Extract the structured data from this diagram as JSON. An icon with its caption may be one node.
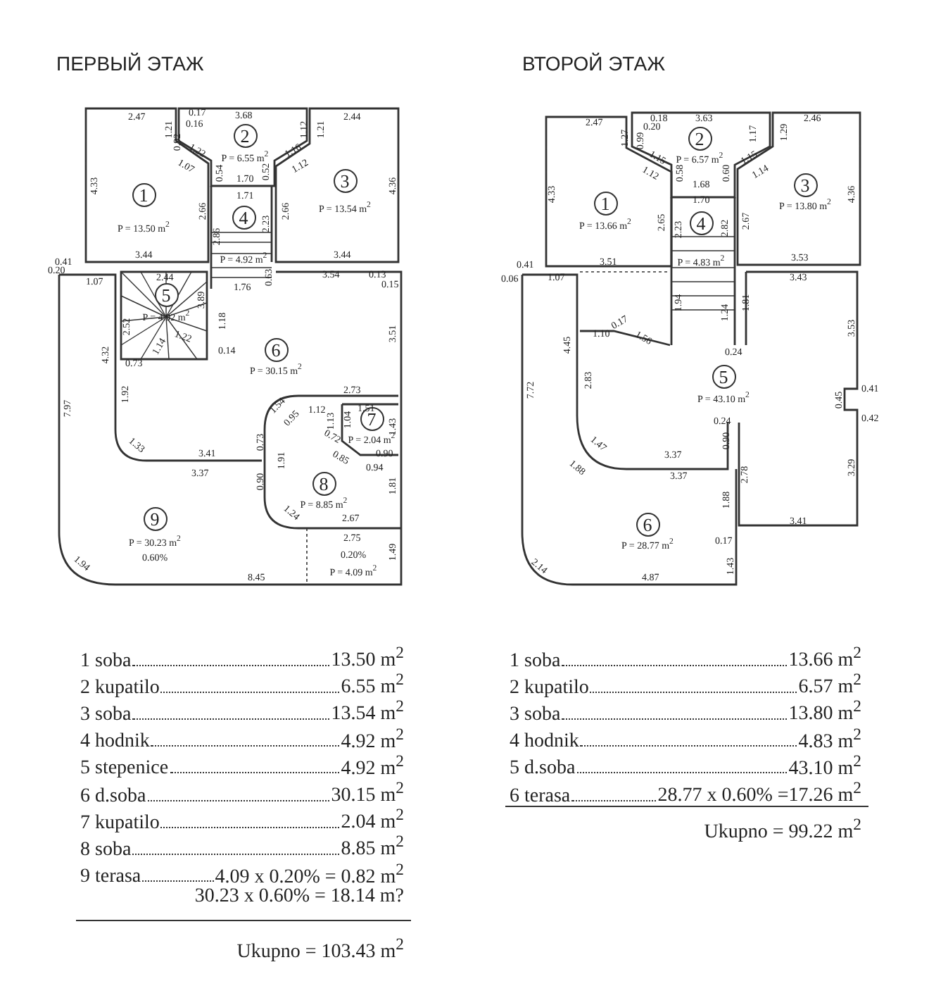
{
  "diagram": {
    "nodes": [
      {
        "text": [
          "1",
          "P = 13.50 m$^{2}$"
        ]
      },
      {
        "text": [
          "2",
          "P = 6.55 m$^{2}$"
        ]
      },
      {
        "text": [
          "3",
          "P = 13.54 m$^{2}$"
        ]
      },
      {
        "text": [
          "4",
          "P = 4.92 m$^{2}$"
        ]
      },
      {
        "text": [
          "5",
          "P = 4.92 m$^{2}$"
        ]
      },
      {
        "text": [
          "6",
          "P = 30.15 m$^{2}$"
        ]
      },
      {
        "text": [
          "7",
          "P = 2.04 m$^{2}$"
        ]
      },
      {
        "text": [
          "8",
          "P = 8.85 m$^{2}$"
        ]
      },
      {
        "text": [
          "9",
          "P = 30.23 m$^{2}$",
          "0.60%"
        ]
      },
      {
        "text": [
          "0.20%",
          "P = 4.09 m$^{2}$"
        ]
      },
      {
        "text": [
          "1",
          "P = 13.66 m$^{2}$"
        ]
      },
      {
        "text": [
          "2",
          "P = 6.57 m$^{2}$"
        ]
      },
      {
        "text": [
          "3",
          "P = 13.80 m$^{2}$"
        ]
      },
      {
        "text": [
          "4",
          "P = 4.83 m$^{2}$"
        ]
      },
      {
        "text": [
          "5",
          "P = 43.10 m$^{2}$"
        ]
      },
      {
        "text": [
          "6",
          "P = 28.77 m$^{2}$"
        ]
      }
    ],
    "labels": [
      "ПЕРВЫЙ ЭТАЖ",
      "ВТОРОЙ ЭТАЖ",
      "2.47",
      "0.17",
      "0.16",
      "3.68",
      "2.44",
      "1.21",
      "0.92",
      "1.22",
      "1.07",
      "1.12",
      "1.21",
      "1.16",
      "1.12",
      "4.33",
      "4.36",
      "0.54",
      "1.70",
      "0.52",
      "1.71",
      "2.66",
      "2.66",
      "2.23",
      "2.86",
      "3.44",
      "3.44",
      "0.41",
      "0.20",
      "1.07",
      "2.44",
      "1.76",
      "0.63",
      "3.54",
      "0.13",
      "0.15",
      "3.89",
      "2.52",
      "1.14",
      "1.22",
      "1.18",
      "0.14",
      "3.51",
      "4.32",
      "0.73",
      "1.92",
      "7.97",
      "2.73",
      "1.54",
      "0.95",
      "1.12",
      "1.13",
      "1.04",
      "1.51",
      "1.43",
      "0.72",
      "0.90",
      "1.33",
      "3.41",
      "0.73",
      "0.85",
      "0.94",
      "1.91",
      "3.37",
      "0.90",
      "1.81",
      "1.24",
      "2.67",
      "2.75",
      "1.49",
      "1.94",
      "8.45",
      "2.47",
      "0.18",
      "0.20",
      "3.63",
      "2.46",
      "1.27",
      "0.99",
      "1.15",
      "1.17",
      "1.29",
      "1.15",
      "1.12",
      "1.14",
      "4.33",
      "4.36",
      "0.58",
      "1.68",
      "0.60",
      "1.70",
      "2.65",
      "2.23",
      "2.82",
      "2.67",
      "3.51",
      "3.53",
      "0.41",
      "0.06",
      "1.07",
      "3.43",
      "1.94",
      "1.81",
      "1.24",
      "0.17",
      "1.10",
      "1.56",
      "3.53",
      "0.24",
      "4.45",
      "2.83",
      "0.41",
      "7.72",
      "0.45",
      "0.24",
      "0.42",
      "1.47",
      "3.37",
      "0.90",
      "1.88",
      "3.37",
      "2.78",
      "3.29",
      "1.88",
      "3.41",
      "0.17",
      "2.14",
      "1.43",
      "4.87",
      "1 soba",
      "13.50 m$^{2}$",
      "2 kupatilo",
      "6.55 m$^{2}$",
      "3 soba",
      "13.54 m$^{2}$",
      "4 hodnik",
      "4.92 m$^{2}$",
      "5 stepenice",
      "4.92 m$^{2}$",
      "6 d.soba",
      "30.15 m$^{2}$",
      "7 kupatilo",
      "2.04 m$^{2}$",
      "8 soba",
      "8.85 m$^{2}$",
      "9 terasa",
      "4.09 x 0.20% = 0.82 m$^{2}$",
      "30.23 x 0.60% = 18.14 m?",
      "Ukupno = 103.43 m$^{2}$",
      "1 soba",
      "13.66 m$^{2}$",
      "2 kupatilo",
      "6.57 m$^{2}$",
      "3 soba",
      "13.80 m$^{2}$",
      "4 hodnik",
      "4.83 m$^{2}$",
      "5 d.soba",
      "43.10 m$^{2}$",
      "6 terasa",
      "28.77 x 0.60% =17.26 m$^{2}$",
      "Ukupno = 99.22 m$^{2}$"
    ]
  }
}
